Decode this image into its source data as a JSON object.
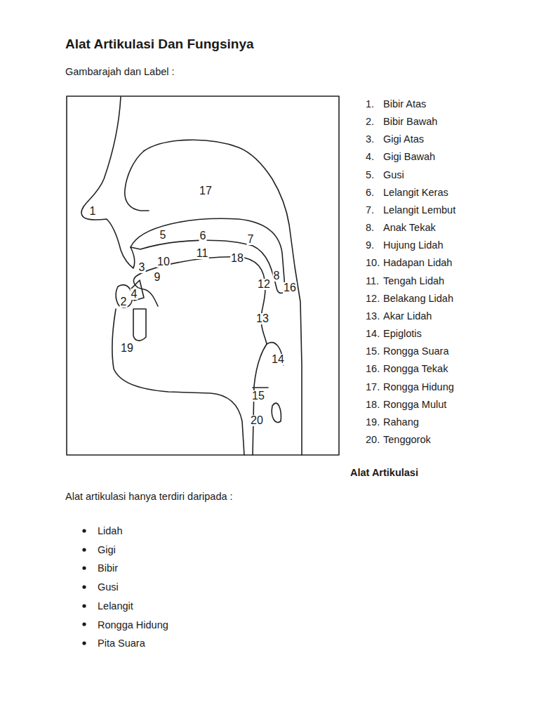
{
  "diagram": {
    "title": "Alat Artikulasi Dan Fungsinya",
    "labels": [
      "Gambarajah dan Label :",
      "1",
      "2",
      "3",
      "4",
      "5",
      "6",
      "7",
      "8",
      "9",
      "10",
      "11",
      "12",
      "13",
      "14",
      "15",
      "16",
      "17",
      "18",
      "19",
      "20",
      "1.",
      "Bibir Atas",
      "2.",
      "Bibir Bawah",
      "3.",
      "Gigi Atas",
      "4.",
      "Gigi Bawah",
      "5.",
      "Gusi",
      "6.",
      "Lelangit Keras",
      "7.",
      "Lelangit Lembut",
      "8.",
      "Anak Tekak",
      "9.",
      "Hujung Lidah",
      "10.",
      "Hadapan Lidah",
      "11.",
      "Tengah Lidah",
      "12.",
      "Belakang Lidah",
      "13.",
      "Akar Lidah",
      "14.",
      "Epiglotis",
      "15.",
      "Rongga Suara",
      "16.",
      "Rongga Tekak",
      "17.",
      "Rongga Hidung",
      "18.",
      "Rongga Mulut",
      "19.",
      "Rahang",
      "20.",
      "Tenggorok",
      "Alat Artikulasi",
      "Alat artikulasi hanya terdiri daripada :",
      "Lidah",
      "Gigi",
      "Bibir",
      "Gusi",
      "Lelangit",
      "Rongga Hidung",
      "Pita Suara"
    ]
  }
}
